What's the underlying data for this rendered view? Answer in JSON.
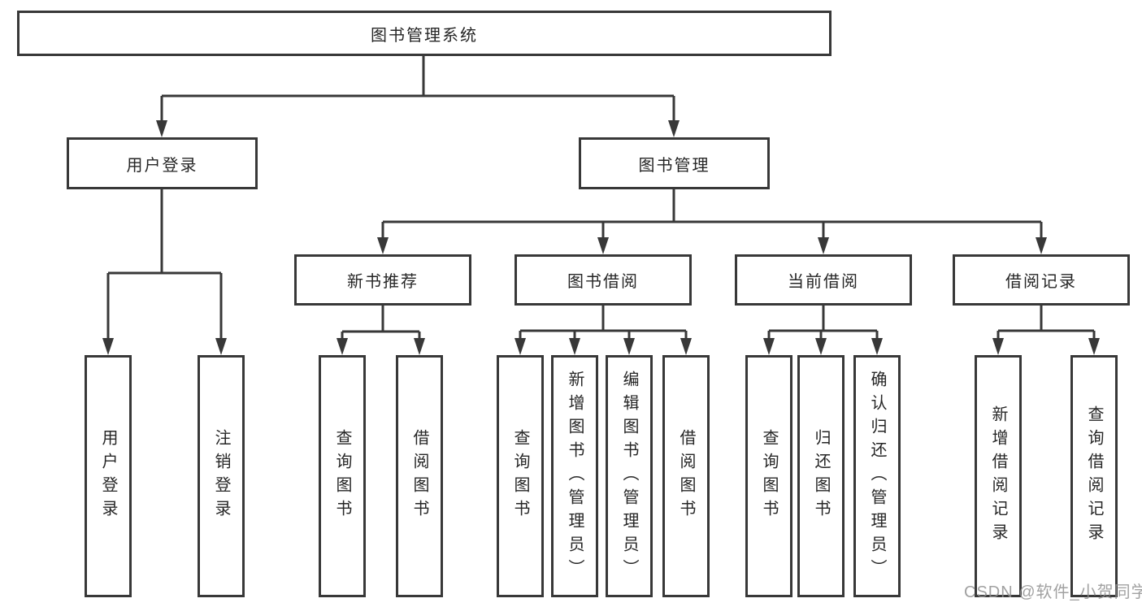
{
  "colors": {
    "line": "#383838",
    "text": "#262626",
    "background": "#ffffff",
    "watermark": "#919191"
  },
  "watermark": {
    "text": "CSDN @软件_小贺同学"
  },
  "tree": {
    "root": {
      "label": "图书管理系统"
    },
    "branches": [
      {
        "label": "用户登录",
        "children": [
          {
            "label": "用户登录"
          },
          {
            "label": "注销登录"
          }
        ]
      },
      {
        "label": "图书管理",
        "children": [
          {
            "label": "新书推荐",
            "children": [
              {
                "label": "查询图书"
              },
              {
                "label": "借阅图书"
              }
            ]
          },
          {
            "label": "图书借阅",
            "children": [
              {
                "label": "查询图书"
              },
              {
                "label": "新增图书（管理员）"
              },
              {
                "label": "编辑图书（管理员）"
              },
              {
                "label": "借阅图书"
              }
            ]
          },
          {
            "label": "当前借阅",
            "children": [
              {
                "label": "查询图书"
              },
              {
                "label": "归还图书"
              },
              {
                "label": "确认归还（管理员）"
              }
            ]
          },
          {
            "label": "借阅记录",
            "children": [
              {
                "label": "新增借阅记录"
              },
              {
                "label": "查询借阅记录"
              }
            ]
          }
        ]
      }
    ]
  }
}
